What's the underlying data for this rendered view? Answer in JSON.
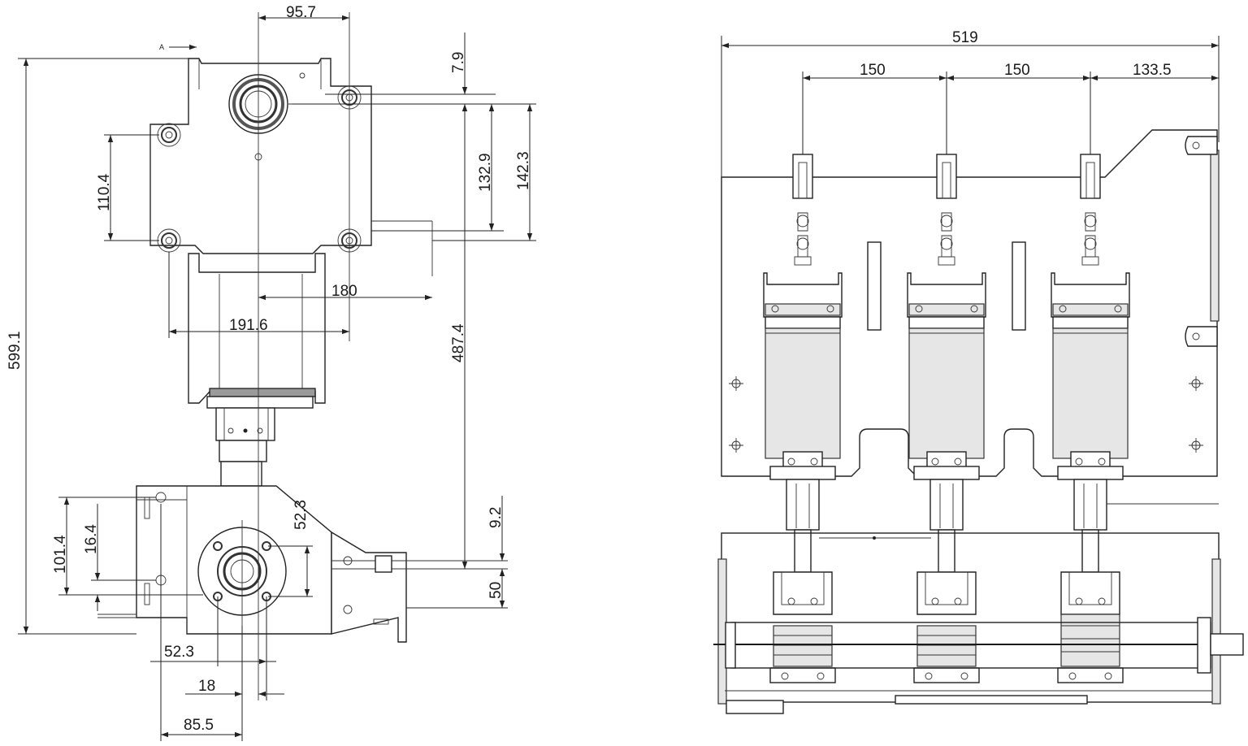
{
  "view_marker": "A",
  "side_view": {
    "dims": {
      "top_width": "95.7",
      "top_offset": "7.9",
      "hole_spacing_v": "110.4",
      "upper_height_a": "132.9",
      "upper_height_b": "142.3",
      "width_180": "180",
      "width_191": "191.6",
      "overall_height": "599.1",
      "mid_height": "487.4",
      "flange_height": "52.3",
      "small_offset": "9.2",
      "bottom_50": "50",
      "base_height": "101.4",
      "base_offset": "16.4",
      "horiz_52": "52.3",
      "horiz_18": "18",
      "horiz_85": "85.5"
    }
  },
  "front_view": {
    "dims": {
      "overall_width": "519",
      "pitch_1": "150",
      "pitch_2": "150",
      "edge_offset": "133.5"
    }
  },
  "colors": {
    "line": "#2a2a2a",
    "fill_light": "#e6e6e6",
    "fill_dark": "#9a9a9a"
  }
}
